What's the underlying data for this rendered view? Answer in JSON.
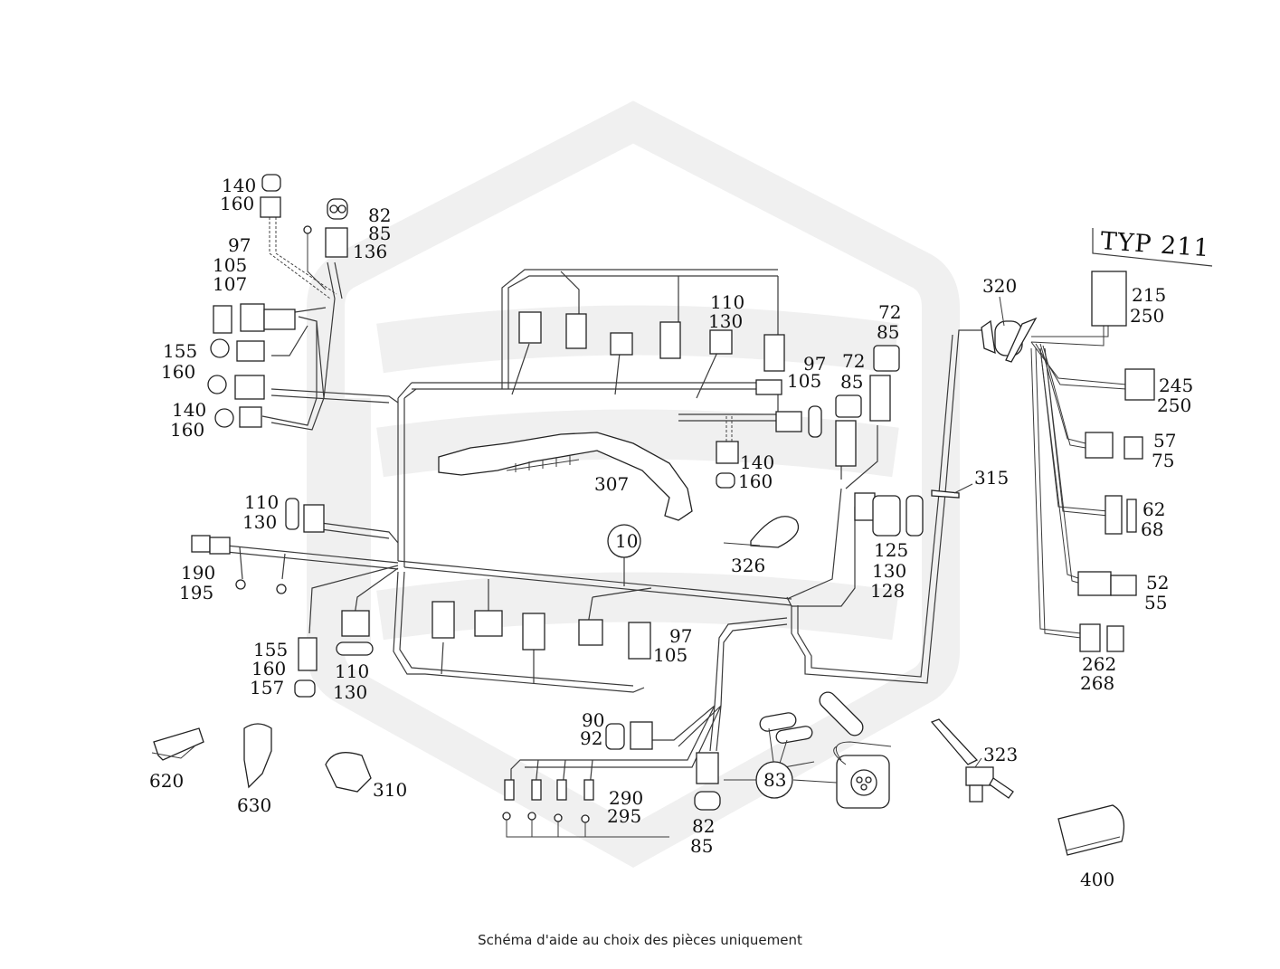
{
  "diagram": {
    "model_label": "TYP 211",
    "labels": {
      "l140_160_a": [
        "140",
        "160"
      ],
      "l82_85_136": [
        "82",
        "85",
        "136"
      ],
      "l97_105_107": [
        "97",
        "105",
        "107"
      ],
      "l155_160_a": [
        "155",
        "160"
      ],
      "l140_160_b": [
        "140",
        "160"
      ],
      "l110_130_a": [
        "110",
        "130"
      ],
      "l190_195": [
        "190",
        "195"
      ],
      "l155_160_157": [
        "155",
        "160",
        "157"
      ],
      "l110_130_b": [
        "110",
        "130"
      ],
      "l620": [
        "620"
      ],
      "l630": [
        "630"
      ],
      "l310": [
        "310"
      ],
      "l110_130_top": [
        "110",
        "130"
      ],
      "l97_105_top": [
        "97",
        "105"
      ],
      "l140_160_mid": [
        "140",
        "160"
      ],
      "l307": [
        "307"
      ],
      "l326": [
        "326"
      ],
      "l10": [
        "10"
      ],
      "l72_85_a": [
        "72",
        "85"
      ],
      "l72_85_b": [
        "72",
        "85"
      ],
      "l125_130_128": [
        "125",
        "130",
        "128"
      ],
      "l97_105_bot": [
        "97",
        "105"
      ],
      "l90_92": [
        "90",
        "92"
      ],
      "l290_295": [
        "290",
        "295"
      ],
      "l82_85_bot": [
        "82",
        "85"
      ],
      "l83": [
        "83"
      ],
      "l323": [
        "323"
      ],
      "l400": [
        "400"
      ],
      "l320": [
        "320"
      ],
      "l315": [
        "315"
      ],
      "l215_250": [
        "215",
        "250"
      ],
      "l245_250": [
        "245",
        "250"
      ],
      "l57_75": [
        "57",
        "75"
      ],
      "l62_68": [
        "62",
        "68"
      ],
      "l52_55": [
        "52",
        "55"
      ],
      "l262_268": [
        "262",
        "268"
      ]
    }
  },
  "footer": {
    "caption": "Schéma d'aide au choix des pièces uniquement"
  }
}
